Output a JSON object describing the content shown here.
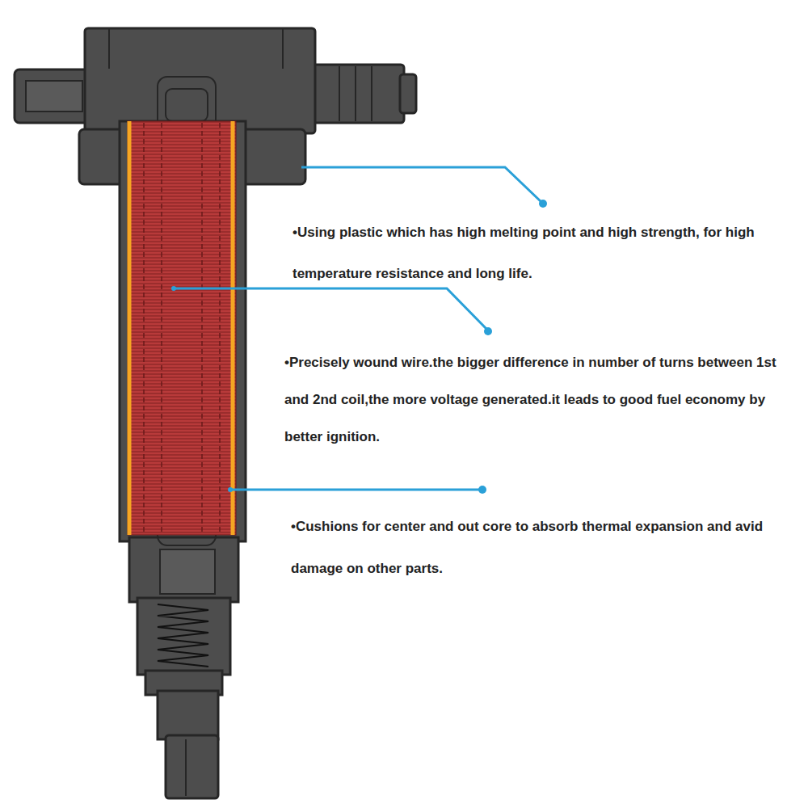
{
  "diagram": {
    "labels": [
      "•Using plastic which has high melting point and high strength, for high temperature resistance and long life.",
      "•Precisely wound wire.the bigger difference in number of turns between 1st and 2nd coil,the more voltage generated.it leads to good fuel economy by better ignition.",
      "•Cushions for center and out core to absorb thermal expansion and avid damage on other parts."
    ]
  }
}
